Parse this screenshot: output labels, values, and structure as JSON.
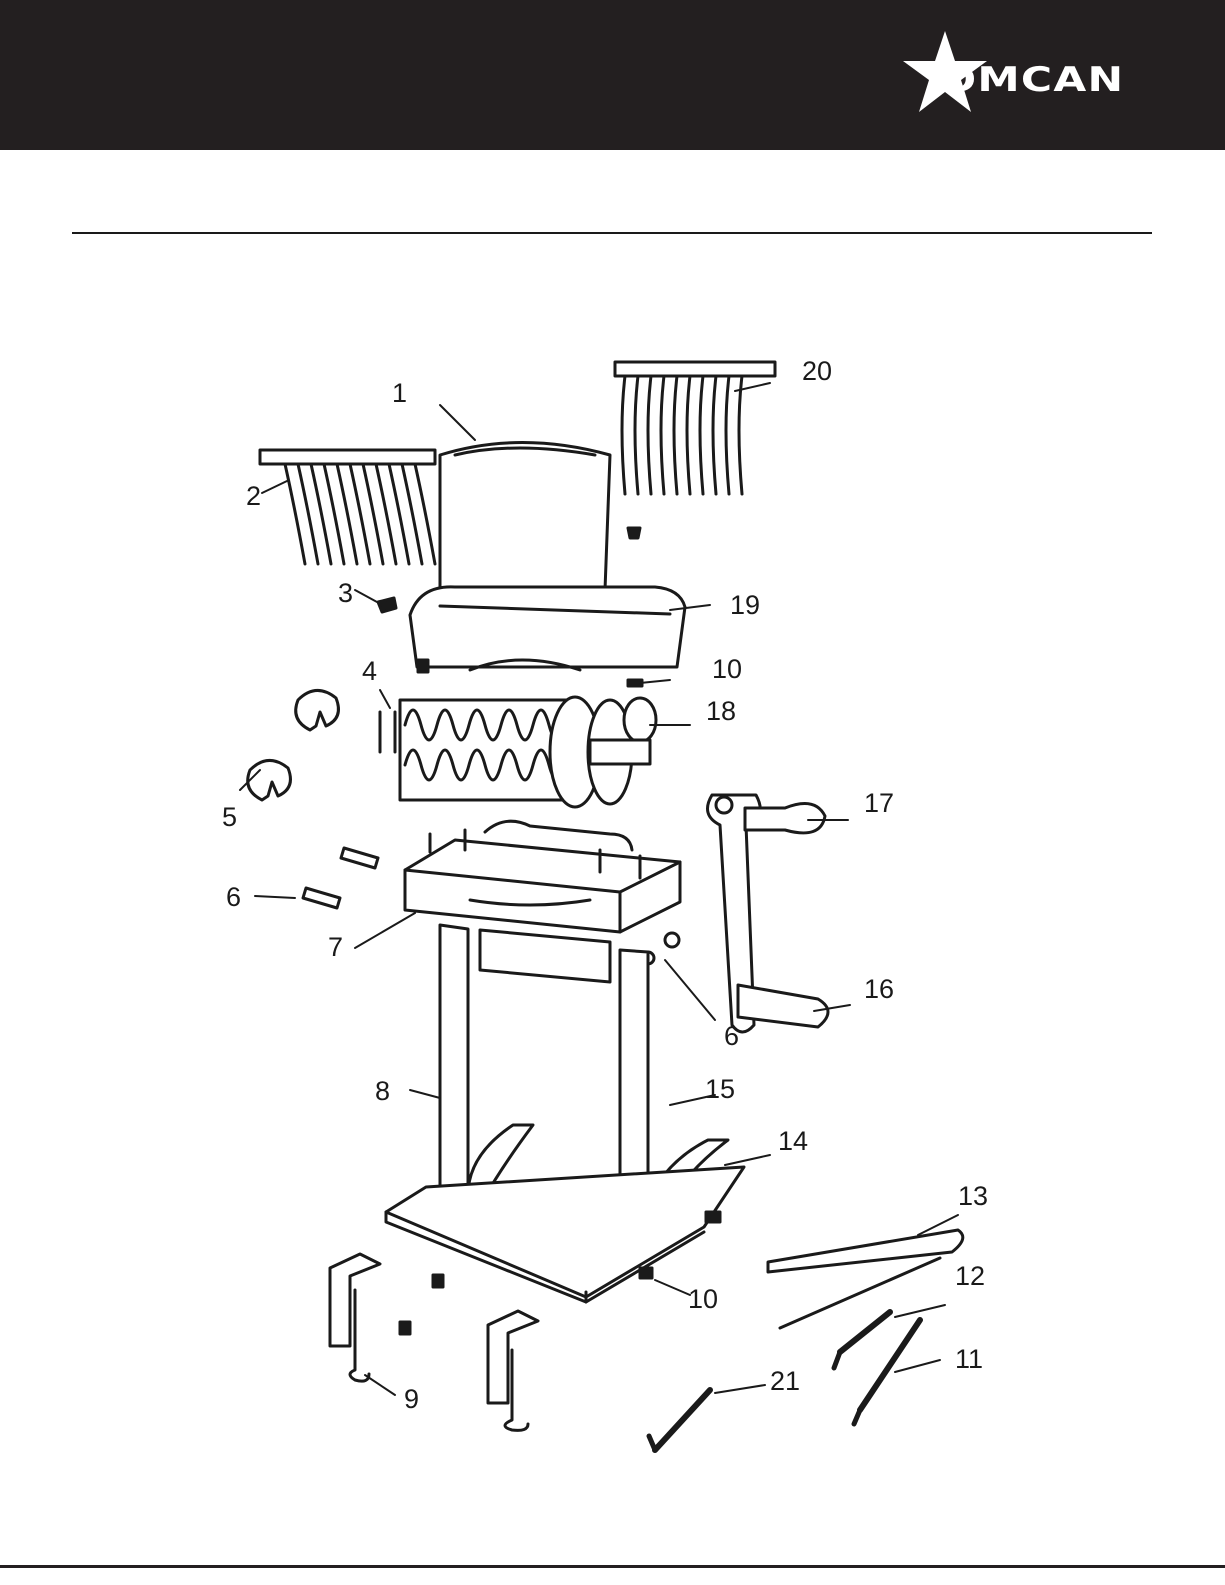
{
  "header": {
    "brand": "OMCAN",
    "background_color": "#231f20",
    "logo_icon": "star-icon"
  },
  "diagram": {
    "callouts": {
      "c1": "1",
      "c2": "2",
      "c3": "3",
      "c4": "4",
      "c5": "5",
      "c6a": "6",
      "c6b": "6",
      "c7": "7",
      "c8": "8",
      "c9": "9",
      "c10a": "10",
      "c10b": "10",
      "c11": "11",
      "c12": "12",
      "c13": "13",
      "c14": "14",
      "c15": "15",
      "c16": "16",
      "c17": "17",
      "c18": "18",
      "c19": "19",
      "c20": "20",
      "c21": "21"
    }
  }
}
